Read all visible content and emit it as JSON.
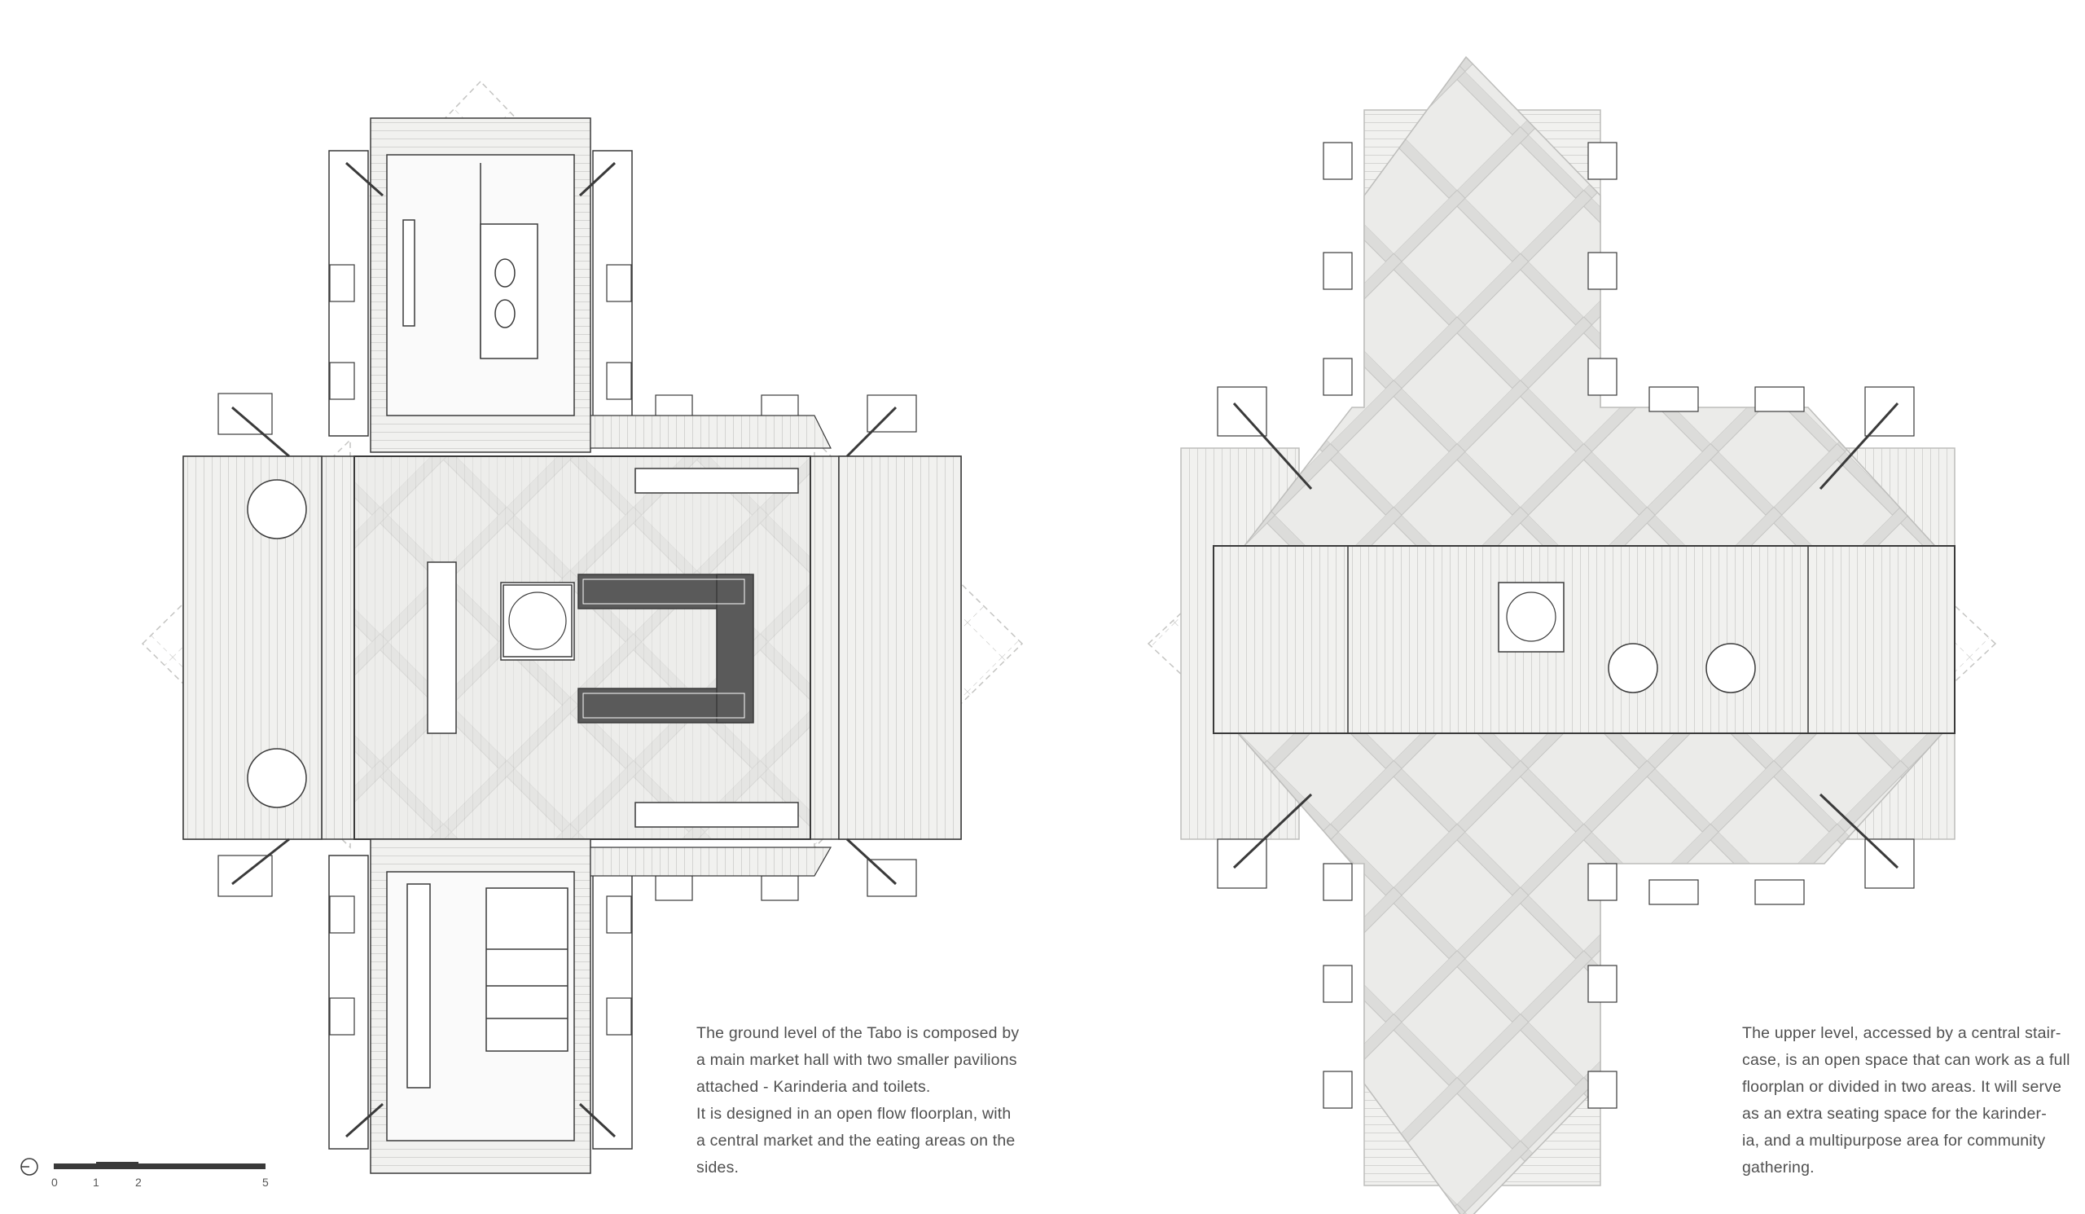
{
  "captions": {
    "ground": {
      "line1": "The ground level of the Tabo is composed by",
      "line2": "a main market hall with two smaller pavilions",
      "line3": "attached - Karinderia and toilets.",
      "line4": "It is designed in an open flow floorplan, with",
      "line5": "a central market and the eating areas on the",
      "line6": "sides."
    },
    "upper": {
      "line1": "The upper level, accessed by a central stair-",
      "line2": "case, is an open space that can work as a full",
      "line3": "floorplan or divided in two areas. It will serve",
      "line4": "as an extra seating space for the karinder-",
      "line5": "ia,  and a multipurpose area for community",
      "line6": "gathering."
    }
  },
  "scale_bar": {
    "labels": [
      "0",
      "1",
      "2",
      "5"
    ]
  },
  "colors": {
    "line": "#3a3a3a",
    "fill": "#ececea",
    "light": "#bdbdbb"
  },
  "icons": {
    "north": "north-arrow-icon"
  }
}
